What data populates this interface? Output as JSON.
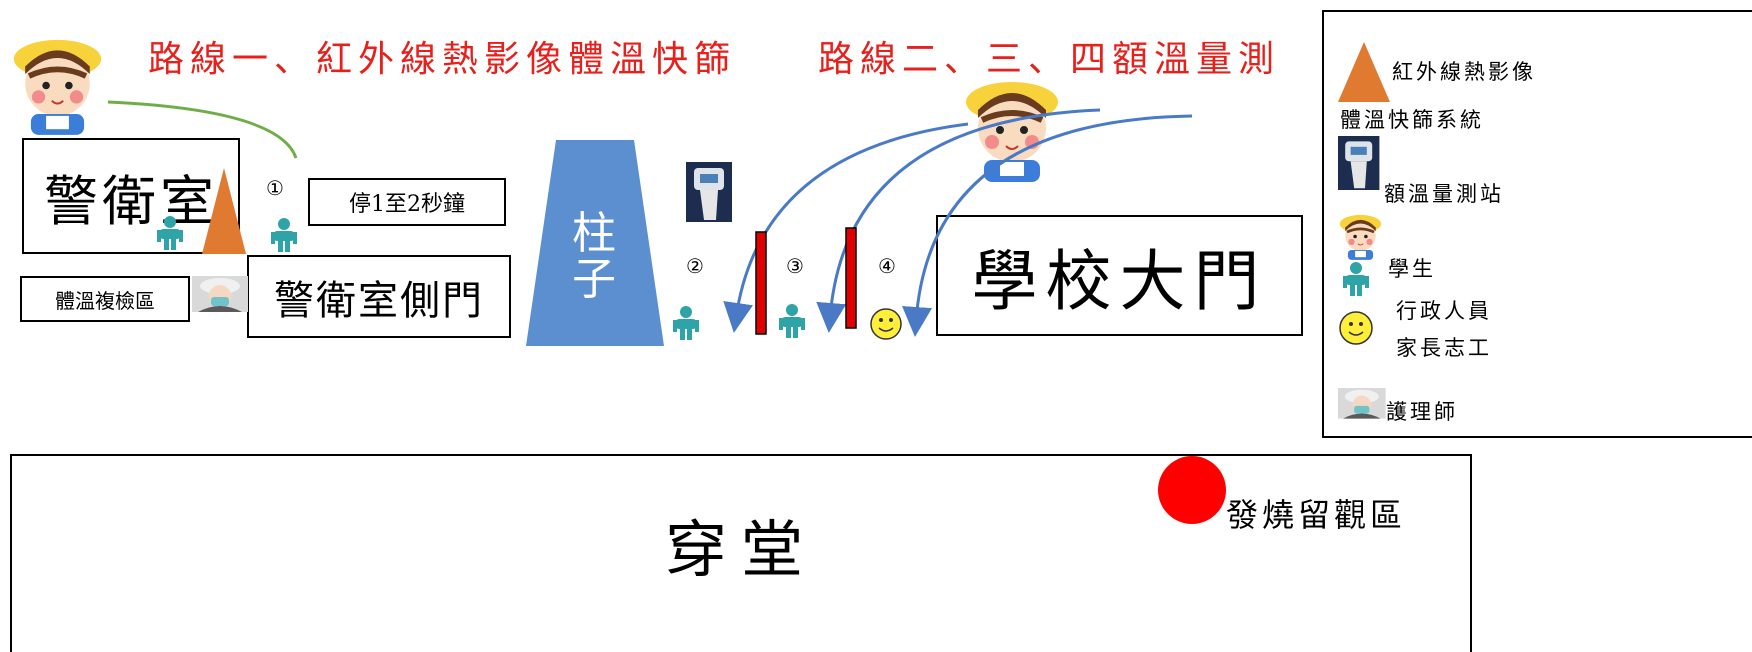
{
  "titles": {
    "route1": "路線一、紅外線熱影像體溫快篩",
    "route234": "路線二、三、四額溫量測"
  },
  "rooms": {
    "guard_room": "警衛室",
    "guard_side_door": "警衛室側門",
    "recheck_area": "體溫複檢區",
    "pause_note": "停1至2秒鐘",
    "pillar": "柱子",
    "school_gate": "學校大門",
    "hallway": "穿堂",
    "fever_area": "發燒留觀區"
  },
  "stations": [
    "①",
    "②",
    "③",
    "④"
  ],
  "legend": {
    "thermal_line1": "紅外線熱影像",
    "thermal_line2": "體溫快篩系統",
    "forehead": "額溫量測站",
    "student": "學生",
    "admin": "行政人員",
    "parent_line1": "家長志工",
    "nurse": "護理師"
  },
  "colors": {
    "title_red": "#e8201c",
    "pillar_blue": "#5b8fcf",
    "arrow_blue": "#4a7ac6",
    "route1_green": "#6fad47",
    "cone_orange": "#e07a30",
    "person_teal": "#2fa4a8",
    "barrier_red": "#e00000",
    "fever_red": "#ff0000",
    "smiley_yellow": "#ffef3a"
  }
}
